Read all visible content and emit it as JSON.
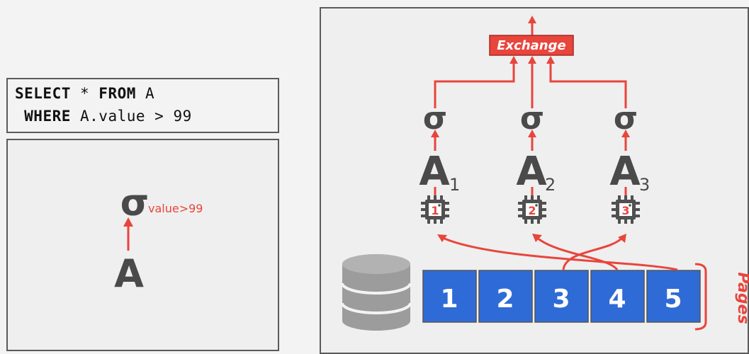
{
  "sql": {
    "line1_kw1": "SELECT",
    "line1_mid": " * ",
    "line1_kw2": "FROM",
    "line1_rest": " A",
    "line2_kw": "WHERE",
    "line2_rest": " A.value > 99"
  },
  "left_plan": {
    "operator_symbol": "σ",
    "predicate": "value>99",
    "table": "A"
  },
  "right_plan": {
    "exchange_label": "Exchange",
    "operator_symbol": "σ",
    "table": "A",
    "partitions": [
      {
        "subscript": "1",
        "core": "1"
      },
      {
        "subscript": "2",
        "core": "2"
      },
      {
        "subscript": "3",
        "core": "3"
      }
    ],
    "pages": [
      "1",
      "2",
      "3",
      "4",
      "5"
    ],
    "pages_label": "Pages"
  },
  "colors": {
    "accent_red": "#e8453c",
    "page_blue": "#2f6bd6",
    "icon_gray": "#505050",
    "disk_gray": "#9c9c9c"
  }
}
